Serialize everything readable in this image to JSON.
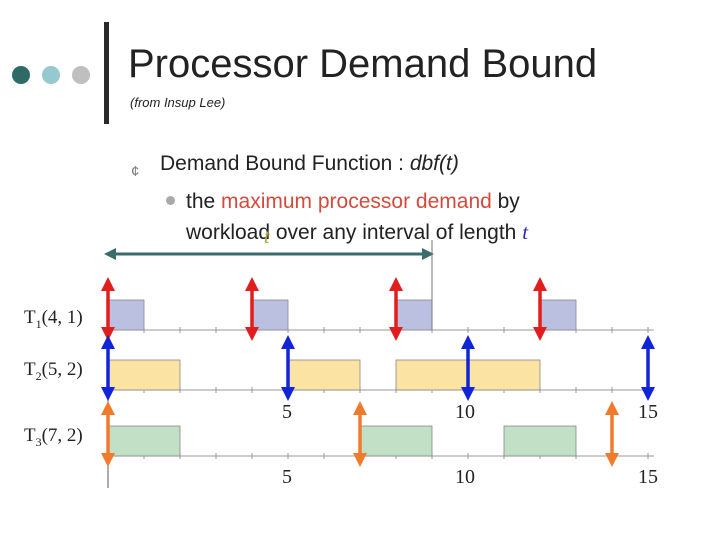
{
  "colors": {
    "dot1": "#2f6b66",
    "dot2": "#96c9cf",
    "dot3": "#bfbfbf",
    "highlight": "#d24b3c",
    "t1_box": "#bcc0e0",
    "t2_box": "#fae3a3",
    "t3_box": "#c2e0c6",
    "t1_arrow": "#e01e1e",
    "t2_arrow": "#1025d8",
    "t3_arrow": "#f07b2c",
    "interval_arrow": "#3b6b6b"
  },
  "header": {
    "title": "Processor Demand Bound",
    "subtitle": "(from Insup Lee)"
  },
  "bullets": {
    "level1_prefix": "Demand Bound Function : ",
    "level1_func": "dbf(t)",
    "level2_before": "the ",
    "level2_highlight": "maximum processor demand",
    "level2_after": " by",
    "level3_text": "workload over any interval of length ",
    "level3_var": "t",
    "workload_var": "t"
  },
  "tasks": [
    {
      "name": "T",
      "sub": "1",
      "params": "(4, 1)"
    },
    {
      "name": "T",
      "sub": "2",
      "params": "(5, 2)"
    },
    {
      "name": "T",
      "sub": "3",
      "params": "(7, 2)"
    }
  ],
  "axis_labels": {
    "row2": [
      "5",
      "10",
      "15"
    ],
    "row3": [
      "5",
      "10",
      "15"
    ]
  },
  "schedule": {
    "time_range": [
      0,
      15
    ],
    "tasks": [
      {
        "period": 4,
        "execution": 1,
        "boxes": [
          [
            0,
            1
          ],
          [
            4,
            5
          ],
          [
            8,
            9
          ],
          [
            12,
            13
          ]
        ],
        "deadlines": [
          0,
          4,
          8,
          12
        ]
      },
      {
        "period": 5,
        "execution": 2,
        "boxes": [
          [
            0,
            2
          ],
          [
            5,
            7
          ],
          [
            8,
            12
          ]
        ],
        "deadlines": [
          0,
          5,
          10,
          15
        ]
      },
      {
        "period": 7,
        "execution": 2,
        "boxes": [
          [
            0,
            2
          ],
          [
            7,
            9
          ],
          [
            11,
            13
          ]
        ],
        "deadlines": [
          0,
          7,
          14
        ]
      }
    ],
    "interval": [
      0,
      9
    ]
  }
}
